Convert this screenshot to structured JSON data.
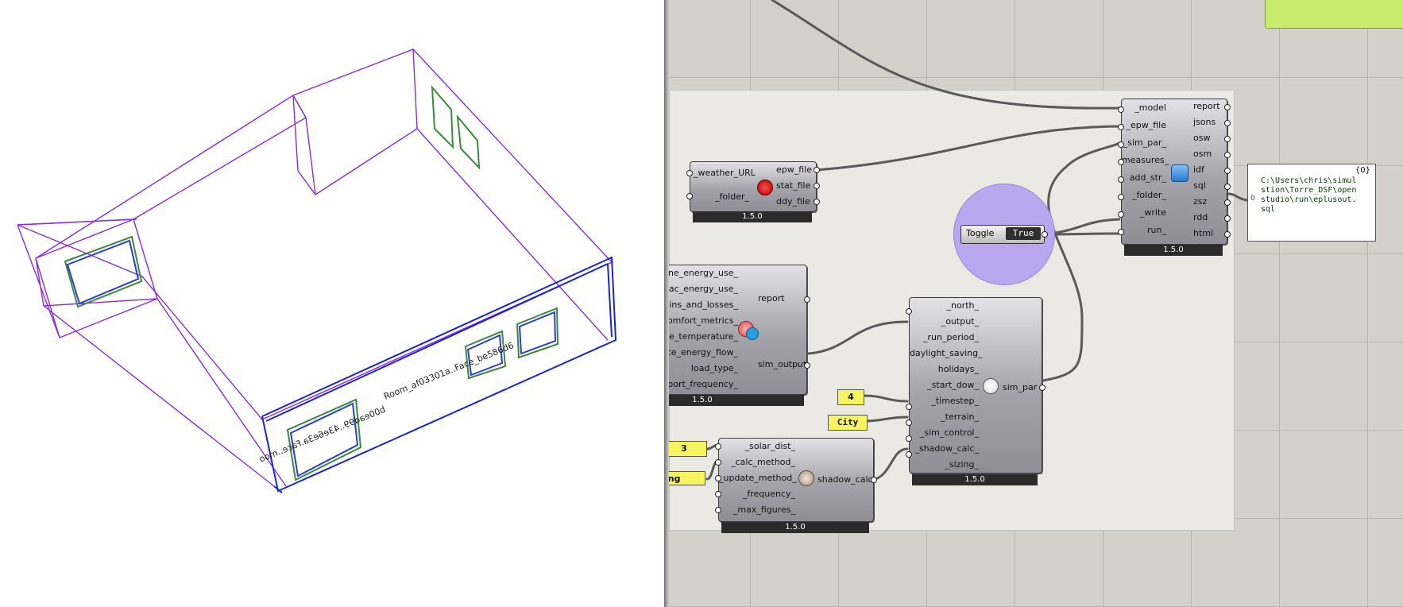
{
  "viewport": {
    "room_label_line1": "Room_af03301a..Face_be586d6",
    "room_label_line2": "b00ead99..43e6e3a.Face..moo",
    "colors": {
      "room_edges": "#8a2be2",
      "facade_edges": "#1a23d8",
      "aperture": "#3a8a3a",
      "background": "#ffffff"
    }
  },
  "canvas": {
    "colors": {
      "canvas_bg": "#d4d1cb",
      "group_bg": "#ebe9e4",
      "wire": "#5a5a5a",
      "toggle_bubble": "#b9a7ef",
      "yellow_panel": "#f6f45f",
      "green_block": "#c8ec6d"
    },
    "weather": {
      "inputs": [
        "_weather_URL",
        "_folder_"
      ],
      "outputs": [
        "epw_file",
        "stat_file",
        "ddy_file"
      ],
      "version": "1.5.0"
    },
    "sim_output": {
      "inputs": [
        "zone_energy_use_",
        "hvac_energy_use_",
        "gains_and_losses_",
        "comfort_metrics_",
        "surface_temperature_",
        "surface_energy_flow_",
        "load_type_",
        "report_frequency_"
      ],
      "outputs": [
        "report",
        "sim_output"
      ],
      "version": "1.5.0"
    },
    "sim_par": {
      "inputs": [
        "_north_",
        "_output_",
        "_run_period_",
        "daylight_saving_",
        "holidays_",
        "_start_dow_",
        "_timestep_",
        "_terrain_",
        "_sim_control_",
        "_shadow_calc_",
        "_sizing_"
      ],
      "output": "sim_par",
      "version": "1.5.0"
    },
    "shadow_calc": {
      "inputs": [
        "_solar_dist_",
        "_calc_method_",
        "_update_method_",
        "_frequency_",
        "_max_figures_"
      ],
      "output": "shadow_calc",
      "version": "1.5.0"
    },
    "model_to_osm": {
      "inputs": [
        "_model",
        "_epw_file",
        "_sim_par_",
        "measures_",
        "add_str_",
        "_folder_",
        "_write",
        "run_"
      ],
      "outputs": [
        "report",
        "jsons",
        "osw",
        "osm",
        "idf",
        "sql",
        "zsz",
        "rdd",
        "html"
      ],
      "version": "1.5.0"
    },
    "toggle": {
      "label": "Toggle",
      "value": "True"
    },
    "panels": {
      "timestep": "4",
      "terrain": "City",
      "solar_dist": "3",
      "calc_method": "ing"
    },
    "output_panel": {
      "header": "{0}",
      "index": "0",
      "lines": [
        "C:\\Users\\chris\\simul",
        "stion\\Torre_DSF\\open",
        "studio\\run\\eplusout.",
        "sql"
      ]
    }
  }
}
